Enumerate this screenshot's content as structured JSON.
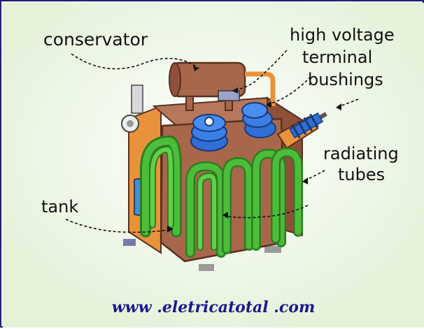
{
  "labels": {
    "conservator": "conservator",
    "high_voltage_line1": "high voltage",
    "high_voltage_line2": "terminal",
    "high_voltage_line3": "bushings",
    "radiating_line1": "radiating",
    "radiating_line2": "tubes",
    "tank": "tank"
  },
  "footer": {
    "url": "www .eletricatotal .com"
  },
  "colors": {
    "background": "#eef7e8",
    "border": "#1f1f7a",
    "tank": "#a8674a",
    "tank_dark": "#6e3f2b",
    "tubes": "#4cbd3a",
    "tubes_dark": "#2e7d21",
    "bushings": "#2f6fd6",
    "orange": "#e8933b",
    "url": "#1a1a8c"
  }
}
